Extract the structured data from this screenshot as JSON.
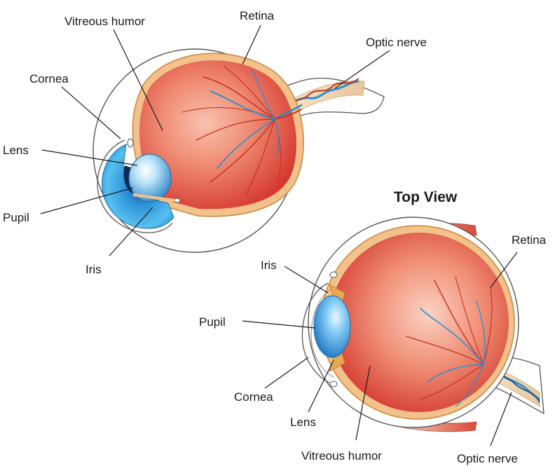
{
  "side_view": {
    "labels": {
      "vitreous_humor": "Vitreous humor",
      "retina": "Retina",
      "optic_nerve": "Optic nerve",
      "cornea": "Cornea",
      "lens": "Lens",
      "pupil": "Pupil",
      "iris": "Iris"
    }
  },
  "top_view": {
    "heading": "Top View",
    "labels": {
      "iris": "Iris",
      "retina": "Retina",
      "pupil": "Pupil",
      "cornea": "Cornea",
      "lens": "Lens",
      "vitreous_humor": "Vitreous humor",
      "optic_nerve": "Optic nerve"
    }
  },
  "colors": {
    "vitreous_light": "#f4a08a",
    "vitreous_dark": "#d8322b",
    "vessel_red": "#c8321e",
    "vessel_blue": "#2a8fd0",
    "sclera_outline": "#555555",
    "choroid": "#e8a855",
    "iris_blue": "#2d9ee0",
    "lens_blue": "#bfe6fa",
    "muscle_red": "#d84a3a"
  }
}
